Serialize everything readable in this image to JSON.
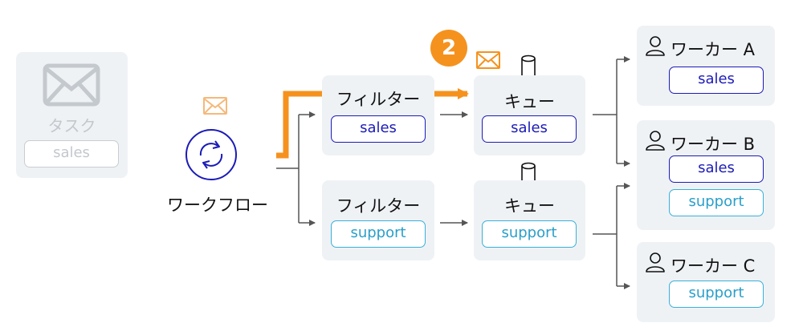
{
  "task": {
    "label": "タスク",
    "tag": "sales"
  },
  "workflow": {
    "label": "ワークフロー"
  },
  "step_badge": "2",
  "filters": [
    {
      "label": "フィルター",
      "tag": "sales"
    },
    {
      "label": "フィルター",
      "tag": "support"
    }
  ],
  "queues": [
    {
      "label": "キュー",
      "tag": "sales"
    },
    {
      "label": "キュー",
      "tag": "support"
    }
  ],
  "workers": [
    {
      "label": "ワーカー A",
      "tags": [
        "sales"
      ]
    },
    {
      "label": "ワーカー B",
      "tags": [
        "sales",
        "support"
      ]
    },
    {
      "label": "ワーカー C",
      "tags": [
        "support"
      ]
    }
  ],
  "colors": {
    "highlight": "#f5921e",
    "sales": "#1b1bb8",
    "support": "#38b0d8",
    "card": "#eff2f5",
    "faded": "#c8cdd2"
  },
  "icons": [
    "envelope-icon",
    "sync-icon",
    "database-icon",
    "person-icon"
  ]
}
